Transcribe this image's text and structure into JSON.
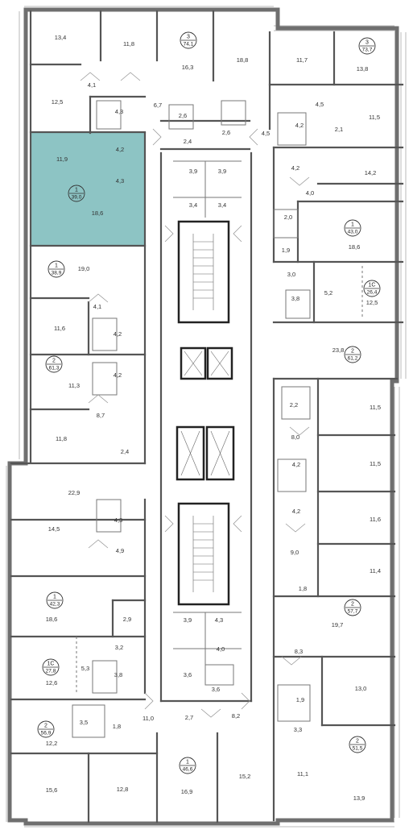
{
  "highlight_color": "#8dc4c4",
  "units": [
    {
      "n": "3",
      "a": "74,1"
    },
    {
      "n": "3",
      "a": "73,7"
    },
    {
      "n": "1",
      "a": "39,0"
    },
    {
      "n": "1",
      "a": "43,0"
    },
    {
      "n": "1",
      "a": "38,9"
    },
    {
      "n": "1С",
      "a": "26,4"
    },
    {
      "n": "2",
      "a": "61,2"
    },
    {
      "n": "2",
      "a": "61,3"
    },
    {
      "n": "2",
      "a": "57,7"
    },
    {
      "n": "1",
      "a": "42,3"
    },
    {
      "n": "1С",
      "a": "27,8"
    },
    {
      "n": "2",
      "a": "56,9"
    },
    {
      "n": "2",
      "a": "51,5"
    },
    {
      "n": "1",
      "a": "46,6"
    }
  ],
  "rooms": [
    "13,4",
    "11,8",
    "16,3",
    "18,8",
    "11,7",
    "13,8",
    "4,1",
    "12,5",
    "4,3",
    "6,7",
    "2,6",
    "2,6",
    "4,5",
    "4,5",
    "4,2",
    "2,1",
    "11,5",
    "2,4",
    "11,9",
    "4,2",
    "4,3",
    "18,6",
    "3,9",
    "3,9",
    "3,4",
    "3,4",
    "4,2",
    "14,2",
    "4,0",
    "2,0",
    "18,6",
    "1,9",
    "19,0",
    "3,0",
    "5,2",
    "3,8",
    "12,5",
    "4,1",
    "11,6",
    "4,2",
    "23,8",
    "4,2",
    "11,3",
    "2,2",
    "11,5",
    "8,7",
    "8,0",
    "11,8",
    "2,4",
    "4,2",
    "11,5",
    "22,9",
    "4,2",
    "11,6",
    "14,5",
    "4,3",
    "9,0",
    "4,9",
    "11,4",
    "1,8",
    "2,9",
    "18,6",
    "19,7",
    "3,9",
    "4,3",
    "4,0",
    "3,2",
    "8,3",
    "5,3",
    "3,8",
    "12,6",
    "3,6",
    "3,6",
    "1,9",
    "13,0",
    "11,0",
    "2,7",
    "8,2",
    "3,5",
    "1,8",
    "12,2",
    "3,3",
    "15,6",
    "12,8",
    "16,9",
    "15,2",
    "11,1",
    "13,9"
  ]
}
